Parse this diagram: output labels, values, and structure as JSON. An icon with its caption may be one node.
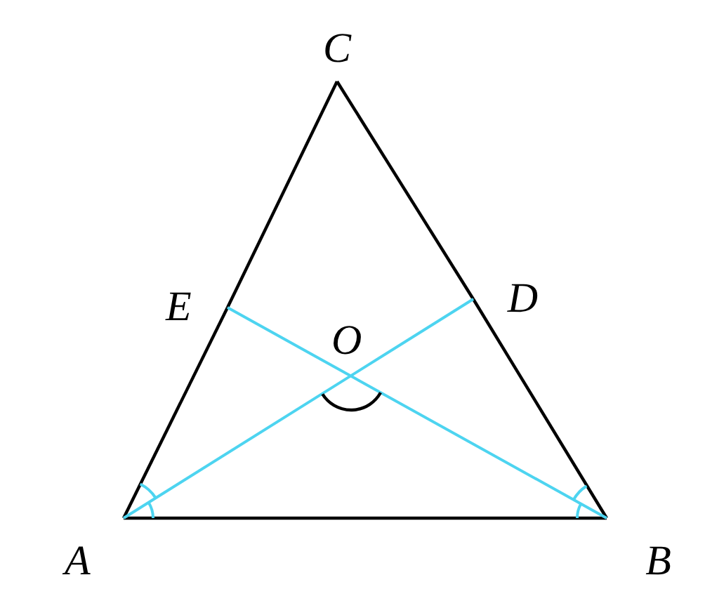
{
  "diagram": {
    "nodes": [
      {
        "text": [
          "C"
        ]
      },
      {
        "text": [
          "E"
        ]
      },
      {
        "text": [
          "D"
        ]
      },
      {
        "text": [
          "A"
        ]
      },
      {
        "text": [
          "B"
        ]
      }
    ],
    "edges": [
      {
        "from": 3,
        "to": 1,
        "arrow": "none"
      },
      {
        "from": 1,
        "to": 0,
        "arrow": "none"
      },
      {
        "from": 0,
        "to": 2,
        "arrow": "none"
      },
      {
        "from": 2,
        "to": 4,
        "arrow": "none"
      },
      {
        "from": 3,
        "to": 4,
        "arrow": "none"
      },
      {
        "from": 3,
        "to": 2,
        "arrow": "none",
        "color": "#4dd4f0"
      },
      {
        "from": 4,
        "to": 1,
        "arrow": "none",
        "color": "#4dd4f0"
      }
    ],
    "labels": [
      "O"
    ]
  }
}
